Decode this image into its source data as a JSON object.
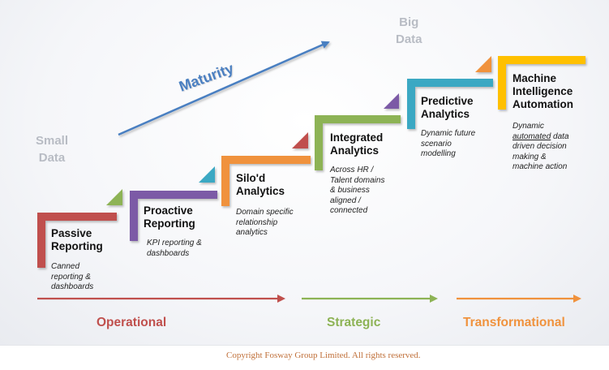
{
  "colors": {
    "passive": "#c0504d",
    "proactive": "#7b5aa6",
    "silod": "#f0923d",
    "integrated": "#8db355",
    "predictive": "#3aa8c3",
    "machine": "#ffc000",
    "maturity_arrow": "#4a7fc1",
    "label_grey": "#b8bcc4",
    "copyright": "#c0703a"
  },
  "labels": {
    "small_data": [
      "Small",
      "Data"
    ],
    "big_data": [
      "Big",
      "Data"
    ],
    "maturity": "Maturity"
  },
  "steps": [
    {
      "id": "passive",
      "title": [
        "Passive",
        "Reporting"
      ],
      "desc": [
        "Canned",
        "reporting &",
        "dashboards"
      ]
    },
    {
      "id": "proactive",
      "title": [
        "Proactive",
        "Reporting"
      ],
      "desc": [
        "KPI reporting &",
        "dashboards"
      ]
    },
    {
      "id": "silod",
      "title": [
        "Silo'd",
        "Analytics"
      ],
      "desc": [
        "Domain specific",
        "relationship",
        "analytics"
      ]
    },
    {
      "id": "integrated",
      "title": [
        "Integrated",
        "Analytics"
      ],
      "desc": [
        "Across HR /",
        "Talent domains",
        "& business",
        "aligned /",
        "connected"
      ]
    },
    {
      "id": "predictive",
      "title": [
        "Predictive",
        "Analytics"
      ],
      "desc": [
        "Dynamic future",
        "scenario",
        "modelling"
      ]
    },
    {
      "id": "machine",
      "title": [
        "Machine",
        "Intelligence",
        "Automation"
      ],
      "desc": [
        "Dynamic",
        "automated",
        " data",
        "driven decision",
        "making &",
        "machine action"
      ]
    }
  ],
  "phases": {
    "operational": "Operational",
    "strategic": "Strategic",
    "transformational": "Transformational"
  },
  "copyright": "Copyright Fosway Group Limited. All rights reserved."
}
